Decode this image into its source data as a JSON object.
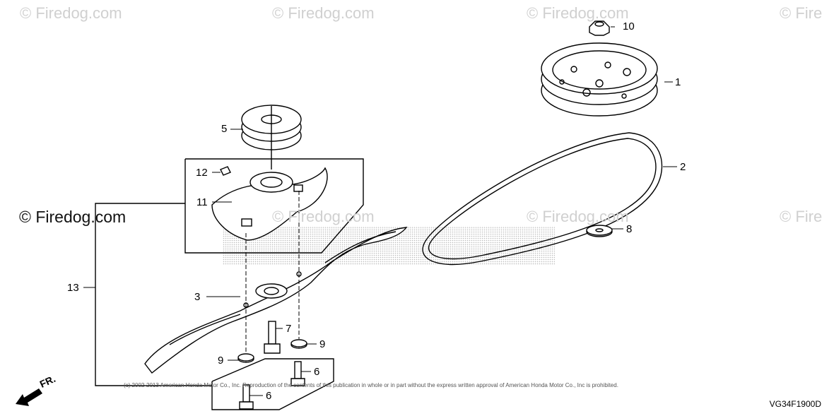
{
  "watermarks": {
    "top": [
      "© Firedog.com",
      "© Firedog.com",
      "© Firedog.com",
      "© Fire"
    ],
    "middle": [
      "© Firedog.com",
      "© Firedog.com",
      "© Fire"
    ],
    "main": "© Firedog.com"
  },
  "callouts": {
    "n1": "1",
    "n2": "2",
    "n3": "3",
    "n5": "5",
    "n6a": "6",
    "n6b": "6",
    "n7": "7",
    "n8": "8",
    "n9a": "9",
    "n9b": "9",
    "n10": "10",
    "n11": "11",
    "n12": "12",
    "n13": "13"
  },
  "direction_label": "FR.",
  "copyright": "(c) 2002-2013 American Honda Motor Co., Inc. Reproduction of the contents of this publication in whole or in part without the express written approval of American Honda Motor Co., Inc is prohibited.",
  "drawing_code": "VG34F1900D"
}
